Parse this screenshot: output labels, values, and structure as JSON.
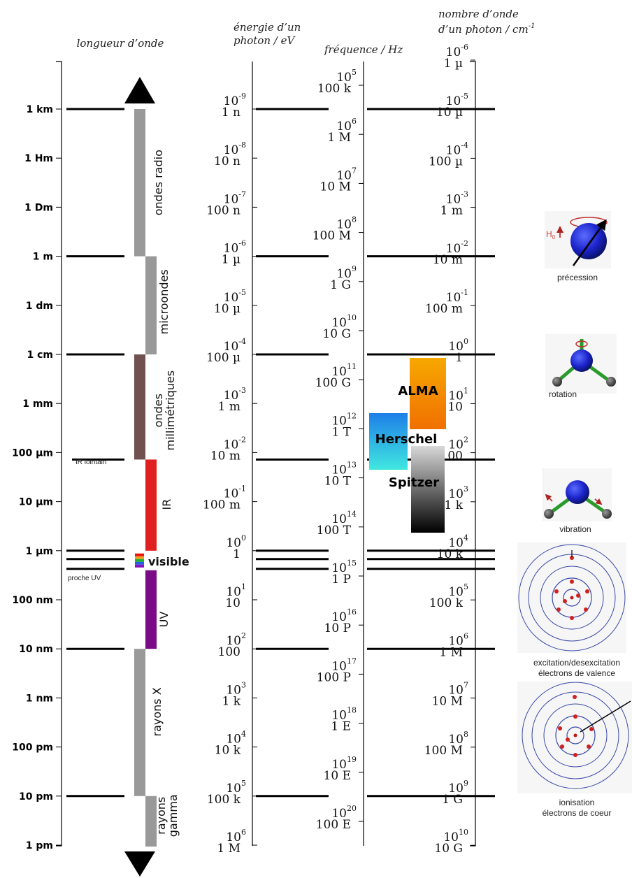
{
  "headers": {
    "wavelength": "longueur d’onde",
    "energy": [
      "énergie d’un",
      "photon / eV"
    ],
    "frequency": "fréquence / Hz",
    "wavenumber": [
      "nombre d’onde",
      "d’un photon / cm",
      "-1"
    ]
  },
  "wavelength_ticks": [
    "1 km",
    "1 Hm",
    "1 Dm",
    "1 m",
    "1 dm",
    "1 cm",
    "1 mm",
    "100 µm",
    "10 µm",
    "1 µm",
    "100 nm",
    "10 nm",
    "1 nm",
    "100 pm",
    "10 pm",
    "1 pm"
  ],
  "small_labels": {
    "far_ir": "IR lointain",
    "near_uv": "proche UV"
  },
  "bands": [
    {
      "label": "ondes radio",
      "color": "#999999"
    },
    {
      "label": "microondes",
      "color": "#999999"
    },
    {
      "label": "ondes\nmillimétriques",
      "color": "#715050"
    },
    {
      "label": "IR",
      "color": "#e02020"
    },
    {
      "label": "visible",
      "color": "#ffffff"
    },
    {
      "label": "UV",
      "color": "#7a0a86"
    },
    {
      "label": "rayons X",
      "color": "#999999"
    },
    {
      "label": "rayons\ngamma",
      "color": "#999999"
    }
  ],
  "energy_ticks": [
    {
      "exp": "-9",
      "label": "1 n"
    },
    {
      "exp": "-8",
      "label": "10 n"
    },
    {
      "exp": "-7",
      "label": "100 n"
    },
    {
      "exp": "-6",
      "label": "1 µ"
    },
    {
      "exp": "-5",
      "label": "10 µ"
    },
    {
      "exp": "-4",
      "label": "100 µ"
    },
    {
      "exp": "-3",
      "label": "1 m"
    },
    {
      "exp": "-2",
      "label": "10 m"
    },
    {
      "exp": "-1",
      "label": "100 m"
    },
    {
      "exp": "0",
      "label": "1"
    },
    {
      "exp": "1",
      "label": "10"
    },
    {
      "exp": "2",
      "label": "100"
    },
    {
      "exp": "3",
      "label": "1 k"
    },
    {
      "exp": "4",
      "label": "10 k"
    },
    {
      "exp": "5",
      "label": "100 k"
    },
    {
      "exp": "6",
      "label": "1 M"
    }
  ],
  "frequency_ticks": [
    {
      "exp": "5",
      "label": "100 k"
    },
    {
      "exp": "6",
      "label": "1 M"
    },
    {
      "exp": "7",
      "label": "10 M"
    },
    {
      "exp": "8",
      "label": "100 M"
    },
    {
      "exp": "9",
      "label": "1 G"
    },
    {
      "exp": "10",
      "label": "10 G"
    },
    {
      "exp": "11",
      "label": "100 G"
    },
    {
      "exp": "12",
      "label": "1 T"
    },
    {
      "exp": "13",
      "label": "10 T"
    },
    {
      "exp": "14",
      "label": "100 T"
    },
    {
      "exp": "15",
      "label": "1 P"
    },
    {
      "exp": "16",
      "label": "10 P"
    },
    {
      "exp": "17",
      "label": "100 P"
    },
    {
      "exp": "18",
      "label": "1 E"
    },
    {
      "exp": "19",
      "label": "10 E"
    },
    {
      "exp": "20",
      "label": "100 E"
    }
  ],
  "wavenumber_ticks": [
    {
      "exp": "-6",
      "label": "1 µ"
    },
    {
      "exp": "-5",
      "label": "10 µ"
    },
    {
      "exp": "-4",
      "label": "100 µ"
    },
    {
      "exp": "-3",
      "label": "1 m"
    },
    {
      "exp": "-2",
      "label": "10 m"
    },
    {
      "exp": "-1",
      "label": "100 m"
    },
    {
      "exp": "0",
      "label": "1"
    },
    {
      "exp": "1",
      "label": "10"
    },
    {
      "exp": "2",
      "label": "100"
    },
    {
      "exp": "3",
      "label": "1 k"
    },
    {
      "exp": "4",
      "label": "10 k"
    },
    {
      "exp": "5",
      "label": "100 k"
    },
    {
      "exp": "6",
      "label": "1 M"
    },
    {
      "exp": "7",
      "label": "10 M"
    },
    {
      "exp": "8",
      "label": "100 M"
    },
    {
      "exp": "9",
      "label": "1 G"
    },
    {
      "exp": "10",
      "label": "10 G"
    }
  ],
  "telescopes": [
    {
      "name": "ALMA",
      "color_top": "#f7a800",
      "color_bottom": "#f07000"
    },
    {
      "name": "Herschel",
      "color_top": "#1e7fe8",
      "color_bottom": "#40e8e0"
    },
    {
      "name": "Spitzer",
      "color_top": "#d8d8d8",
      "color_bottom": "#000000"
    }
  ],
  "phenomena": {
    "precession": "précession",
    "h0": "H",
    "h0_sub": "0",
    "rotation": "rotation",
    "vibration": "vibration",
    "excitation": [
      "excitation/desexcitation",
      "électrons de valence"
    ],
    "ionisation": [
      "ionisation",
      "électrons de coeur"
    ]
  }
}
